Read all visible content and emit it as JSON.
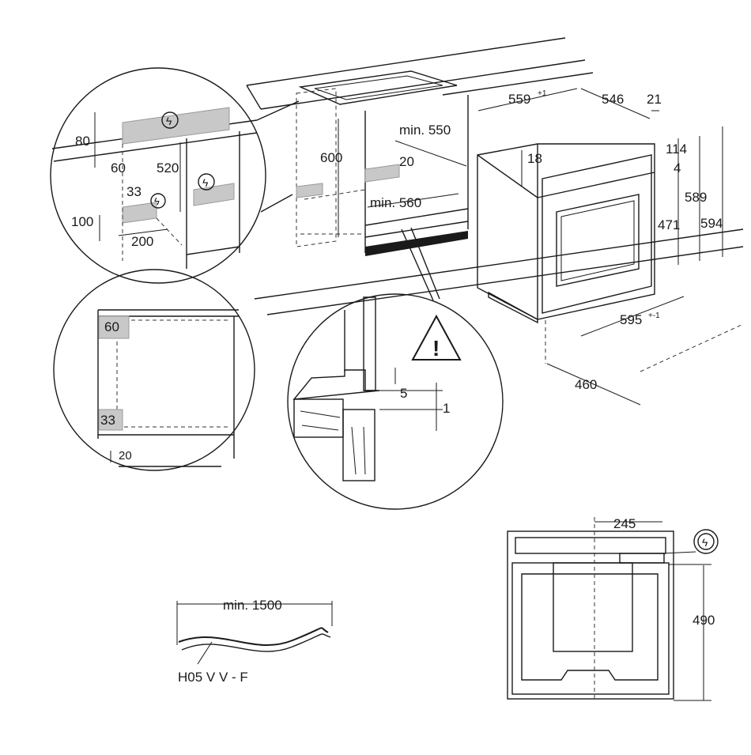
{
  "top_view": {
    "cabinet_height_label": "600",
    "cabinet_width_label": "min. 550",
    "shelf_gap_label": "20",
    "cabinet_depth_label": "min. 560"
  },
  "oven": {
    "width_top_label": "559",
    "width_top_tol": "+1",
    "depth_label": "546",
    "front_label": "21",
    "top_offset_label": "18",
    "h114_label": "114",
    "h4_label": "4",
    "h471_label": "471",
    "h589_label": "589",
    "h594_label": "594",
    "width_front_label": "595",
    "width_front_tol": "+-1",
    "depth_bottom_label": "460"
  },
  "detail_socket": {
    "label_80": "80",
    "label_60": "60",
    "label_520": "520",
    "label_33": "33",
    "label_100": "100",
    "label_200": "200"
  },
  "detail_front": {
    "label_60": "60",
    "label_33": "33",
    "label_20": "20"
  },
  "detail_gap": {
    "label_5": "5",
    "label_1": "1"
  },
  "cable": {
    "length_label": "min. 1500",
    "type_label": "H05 V V - F"
  },
  "rear_view": {
    "width_label": "245",
    "height_label": "490"
  },
  "icons": [
    "lightning-icon",
    "warning-triangle-icon"
  ]
}
